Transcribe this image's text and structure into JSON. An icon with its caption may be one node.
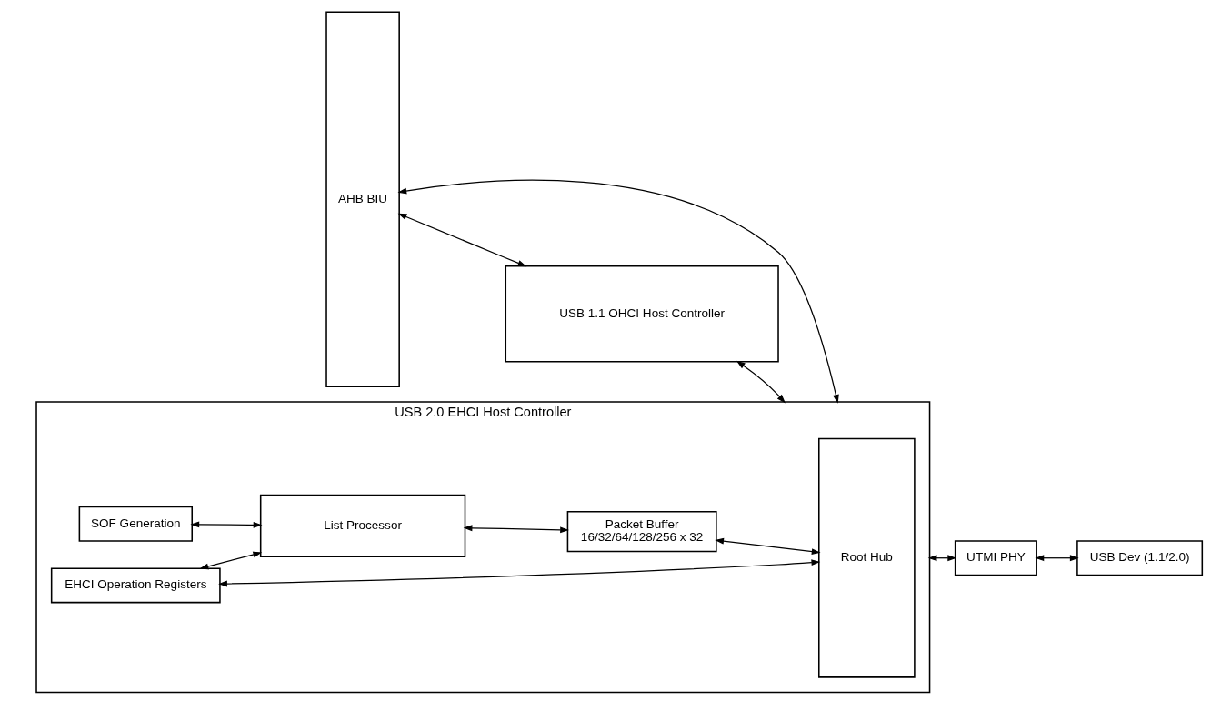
{
  "diagram": {
    "nodes": [
      {
        "text": [
          "AHB BIU"
        ]
      },
      {
        "text": [
          "USB 2.0 EHCI Host Controller"
        ]
      },
      {
        "text": [
          "SOF Generation"
        ],
        "in": 1
      },
      {
        "text": [
          "EHCI Operation Registers"
        ],
        "in": 1
      },
      {
        "text": [
          "Root Hub"
        ],
        "in": 1
      },
      {
        "text": [
          "List Processor"
        ],
        "in": 1
      },
      {
        "text": [
          "Packet Buffer",
          "16/32/64/128/256 x 32"
        ],
        "in": 1
      },
      {
        "text": [
          "UTMI PHY"
        ]
      },
      {
        "text": [
          "USB Dev (1.1/2.0)"
        ]
      },
      {
        "text": [
          "USB 1.1 OHCI Host Controller"
        ]
      }
    ],
    "edges": [
      {
        "from": 0,
        "to": 1,
        "arrow": "both"
      },
      {
        "from": 2,
        "to": 5,
        "arrow": "both"
      },
      {
        "from": 3,
        "to": 5,
        "arrow": "both"
      },
      {
        "from": 3,
        "to": 4,
        "arrow": "both"
      },
      {
        "from": 5,
        "to": 6,
        "arrow": "both"
      },
      {
        "from": 6,
        "to": 4,
        "arrow": "both"
      },
      {
        "from": 1,
        "to": 7,
        "arrow": "both"
      },
      {
        "from": 7,
        "to": 8,
        "arrow": "both"
      },
      {
        "from": 0,
        "to": 9,
        "arrow": "both"
      },
      {
        "from": 9,
        "to": 1,
        "arrow": "both"
      }
    ]
  }
}
